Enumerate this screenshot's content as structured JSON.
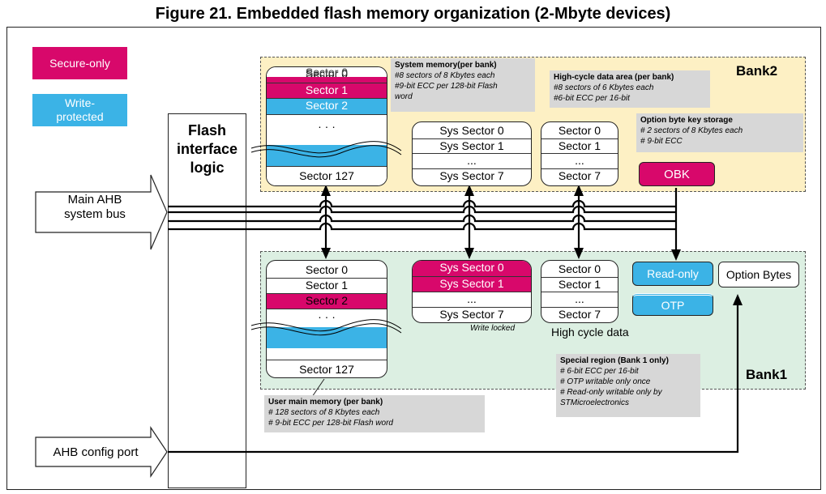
{
  "title": "Figure 21. Embedded flash memory organization (2-Mbyte devices)",
  "colors": {
    "secure_only": "#d8086b",
    "write_protected": "#3bb3e6",
    "bank2_bg": "#fdf0c4",
    "bank1_bg": "#dcefe2",
    "note_bg": "#d7d7d7"
  },
  "legend": {
    "secure_only": "Secure-only",
    "write_protected": "Write-\nprotected"
  },
  "fil": {
    "label": "Flash\ninterface\nlogic"
  },
  "inputs": {
    "main_ahb": "Main AHB\nsystem bus",
    "ahb_config": "AHB config port"
  },
  "bank2": {
    "label": "Bank2",
    "user": {
      "sector0": "Sector 0",
      "sector1": "Sector 1",
      "sector2": "Sector 2",
      "dots": "· · ·",
      "sector127": "Sector 127"
    },
    "sys": {
      "s0": "Sys Sector 0",
      "s1": "Sys Sector 1",
      "dots": "...",
      "s7": "Sys Sector 7"
    },
    "hc": {
      "s0": "Sector 0",
      "s1": "Sector 1",
      "dots": "...",
      "s7": "Sector 7"
    },
    "obk": "OBK",
    "note_system": {
      "title": "System memory(per bank)",
      "l1": "#8 sectors of 8 Kbytes each",
      "l2": "#9-bit ECC per 128-bit Flash",
      "l3": "word"
    },
    "note_hc": {
      "title": "High-cycle data area (per bank)",
      "l1": "#8 sectors of 6 Kbytes each",
      "l2": "#6-bit ECC per 16-bit"
    },
    "note_obk": {
      "title": "Option byte key storage",
      "l1": "# 2 sectors of 8 Kbytes each",
      "l2": "# 9-bit ECC"
    }
  },
  "bank1": {
    "label": "Bank1",
    "user": {
      "sector0": "Sector 0",
      "sector1": "Sector 1",
      "sector2": "Sector 2",
      "dots": "· · ·",
      "sector127": "Sector 127"
    },
    "sys": {
      "s0": "Sys Sector 0",
      "s1": "Sys Sector 1",
      "dots": "...",
      "s7": "Sys Sector 7",
      "caption": "Write locked"
    },
    "hc": {
      "s0": "Sector 0",
      "s1": "Sector 1",
      "dots": "...",
      "s7": "Sector 7",
      "caption": "High cycle data"
    },
    "read_only": "Read-only",
    "otp": "OTP",
    "option_bytes": "Option Bytes",
    "note_special": {
      "title": "Special region (Bank 1 only)",
      "l1": "# 6-bit ECC per 16-bit",
      "l2": "# OTP writable only once",
      "l3": "# Read-only writable only by",
      "l4": "STMicroelectronics"
    },
    "note_user": {
      "title": "User main memory (per bank)",
      "l1": "# 128 sectors of 8 Kbytes each",
      "l2": "# 9-bit ECC per 128-bit Flash word"
    }
  }
}
